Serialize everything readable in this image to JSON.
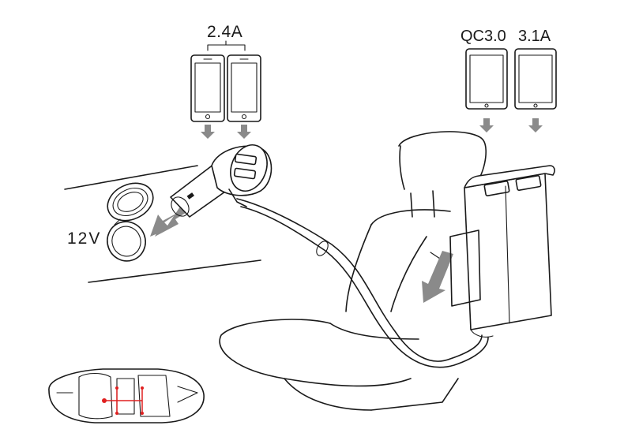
{
  "labels": {
    "front_current": "2.4A",
    "rear_port_qc": "QC3.0",
    "rear_port_current": "3.1A",
    "socket_voltage": "12V"
  },
  "colors": {
    "line": "#1a1a1a",
    "arrow": "#8a8a8a",
    "car_route": "#e02020"
  },
  "icons": [
    "phone-icon",
    "tablet-icon",
    "down-arrow-icon",
    "car-top-view-icon"
  ]
}
